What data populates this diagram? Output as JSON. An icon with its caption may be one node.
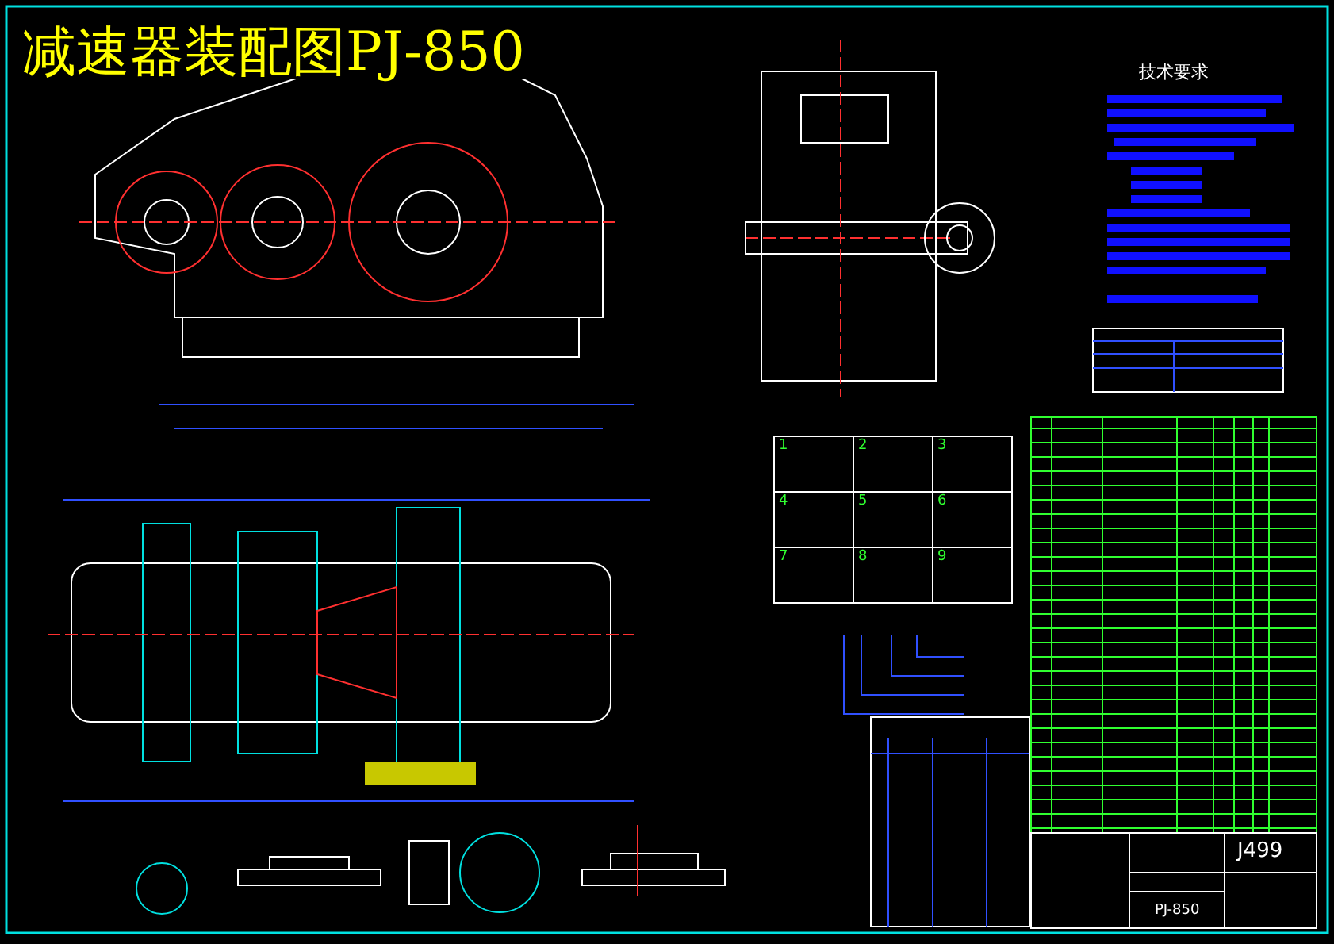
{
  "diagram": {
    "title": "减速器装配图PJ-850",
    "labels": [
      "技术要求",
      "1",
      "2",
      "3",
      "4",
      "5",
      "6",
      "7",
      "8",
      "9",
      "J499",
      "PJ-850"
    ]
  }
}
